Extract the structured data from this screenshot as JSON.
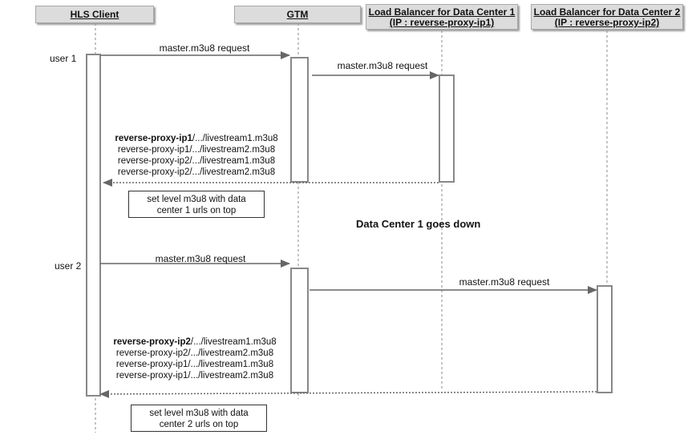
{
  "actors": {
    "client": [
      "HLS Client"
    ],
    "gtm": [
      "GTM"
    ],
    "lb1": [
      "Load Balancer for Data Center 1",
      "(IP : reverse-proxy-ip1)"
    ],
    "lb2": [
      "Load Balancer for Data Center 2",
      "(IP : reverse-proxy-ip2)"
    ]
  },
  "users": {
    "user1": "user 1",
    "user2": "user 2"
  },
  "messages": {
    "m1": "master.m3u8 request",
    "m2": "master.m3u8 request",
    "m3": "master.m3u8 request",
    "m4": "master.m3u8 request"
  },
  "response1": {
    "bold_prefix": "reverse-proxy-ip1",
    "first_rest": "/.../livestream1.m3u8",
    "lines": [
      "reverse-proxy-ip1/.../livestream2.m3u8",
      "reverse-proxy-ip2/.../livestream1.m3u8",
      "reverse-proxy-ip2/.../livestream2.m3u8"
    ]
  },
  "response2": {
    "bold_prefix": "reverse-proxy-ip2",
    "first_rest": "/.../livestream1.m3u8",
    "lines": [
      "reverse-proxy-ip2/.../livestream2.m3u8",
      "reverse-proxy-ip1/.../livestream1.m3u8",
      "reverse-proxy-ip1/.../livestream2.m3u8"
    ]
  },
  "notes": {
    "note1": [
      "set level m3u8 with data",
      "center 1 urls on top"
    ],
    "note2": [
      "set level m3u8 with data",
      "center 2 urls on top"
    ]
  },
  "event": "Data Center 1 goes down"
}
